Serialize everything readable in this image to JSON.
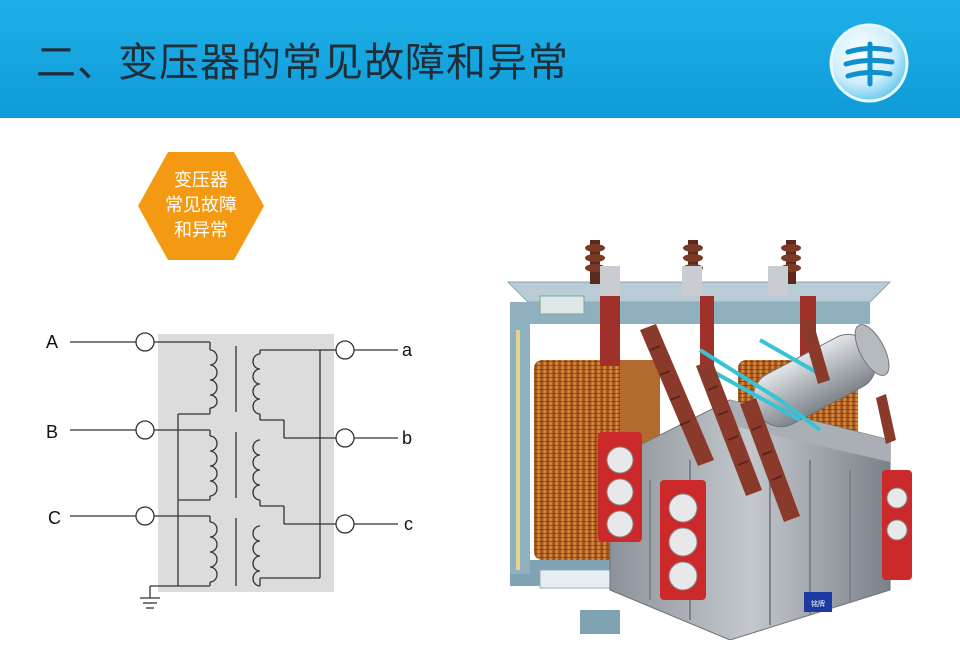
{
  "header": {
    "title": "二、变压器的常见故障和异常",
    "background": "#14a5e0",
    "logo_icon": "power-grid-logo-icon"
  },
  "badge": {
    "lines": [
      "变压器",
      "常见故障",
      "和异常"
    ],
    "color": "#f39a12"
  },
  "circuit": {
    "primary_terminals": [
      "A",
      "B",
      "C"
    ],
    "secondary_terminals": [
      "a",
      "b",
      "c"
    ],
    "panel_color": "#dcdcdc",
    "ground_icon": "ground-symbol-icon"
  },
  "transformer_image": {
    "icon": "power-transformer-cutaway-icon",
    "plate_text": "铭牌"
  }
}
